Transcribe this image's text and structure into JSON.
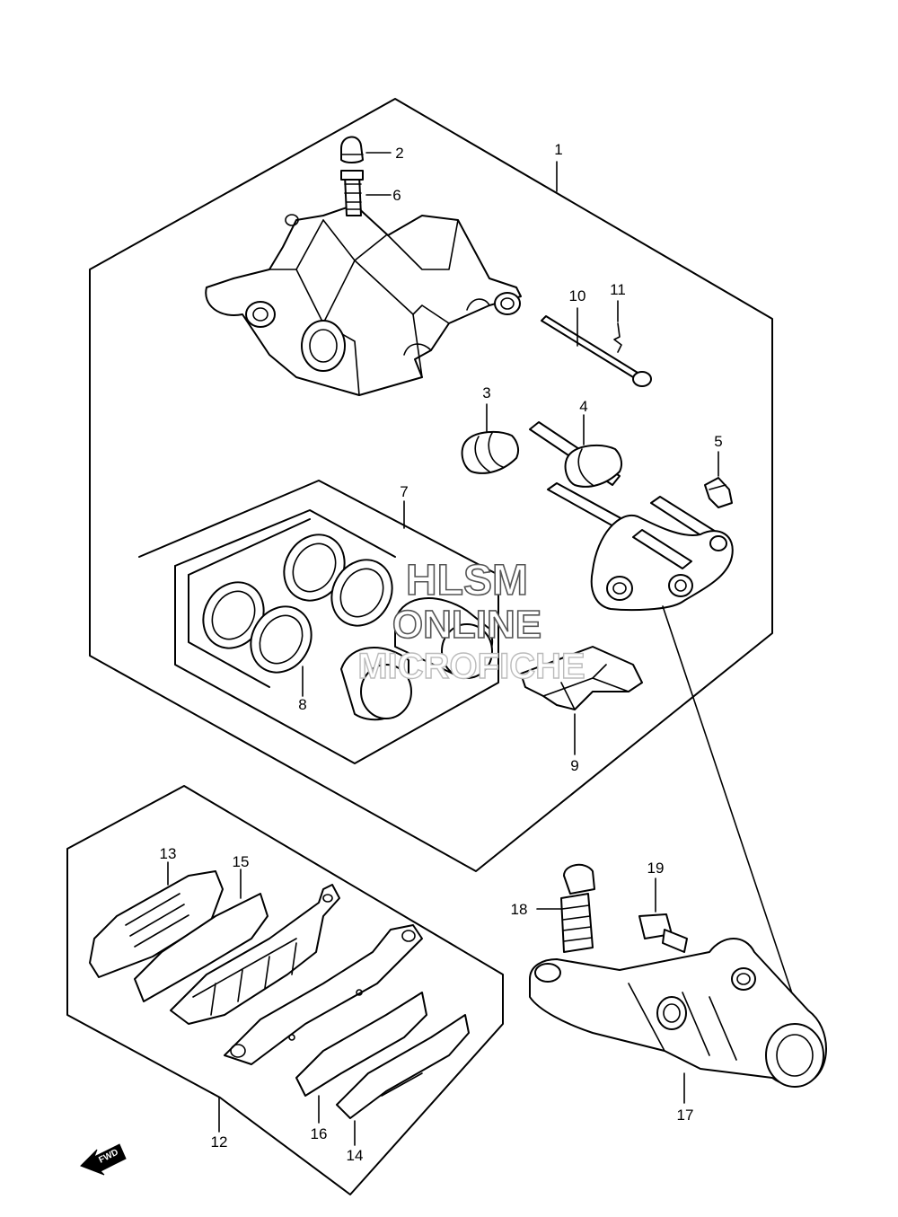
{
  "watermark": {
    "line1": "HLSM",
    "line2": "ONLINE",
    "line3": "MICROFICHE"
  },
  "direction_badge": "FWD",
  "callouts": {
    "p1": "1",
    "p2": "2",
    "p3": "3",
    "p4": "4",
    "p5": "5",
    "p6": "6",
    "p7": "7",
    "p8": "8",
    "p9": "9",
    "p10": "10",
    "p11": "11",
    "p12": "12",
    "p13": "13",
    "p14": "14",
    "p15": "15",
    "p16": "16",
    "p17": "17",
    "p18": "18",
    "p19": "19"
  }
}
